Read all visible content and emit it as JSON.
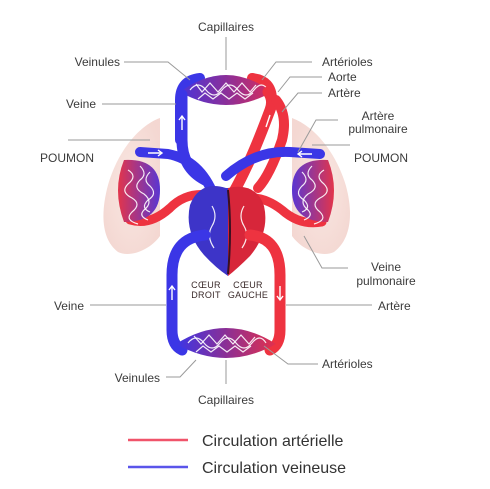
{
  "labels": {
    "capillaires_top": "Capillaires",
    "veinules_top": "Veinules",
    "arterioles_top": "Artérioles",
    "aorte": "Aorte",
    "artere_top": "Artère",
    "veine_top": "Veine",
    "artere_pulmonaire": [
      "Artère",
      "pulmonaire"
    ],
    "poumon_left": "POUMON",
    "poumon_right": "POUMON",
    "coeur_droit": [
      "CŒUR",
      "DROIT"
    ],
    "coeur_gauche": [
      "CŒUR",
      "GAUCHE"
    ],
    "veine_pulmonaire": [
      "Veine",
      "pulmonaire"
    ],
    "veine_bottom": "Veine",
    "artere_bottom": "Artère",
    "veinules_bottom": "Veinules",
    "arterioles_bottom": "Artérioles",
    "capillaires_bottom": "Capillaires"
  },
  "legend": [
    {
      "label": "Circulation artérielle",
      "color": "#f0546a"
    },
    {
      "label": "Circulation veineuse",
      "color": "#5a55ea"
    }
  ],
  "colors": {
    "arterial": "#ee3340",
    "venous": "#3b36e6",
    "capillary_mix": "#9a2f8e",
    "lung": "#f7e1dc"
  }
}
